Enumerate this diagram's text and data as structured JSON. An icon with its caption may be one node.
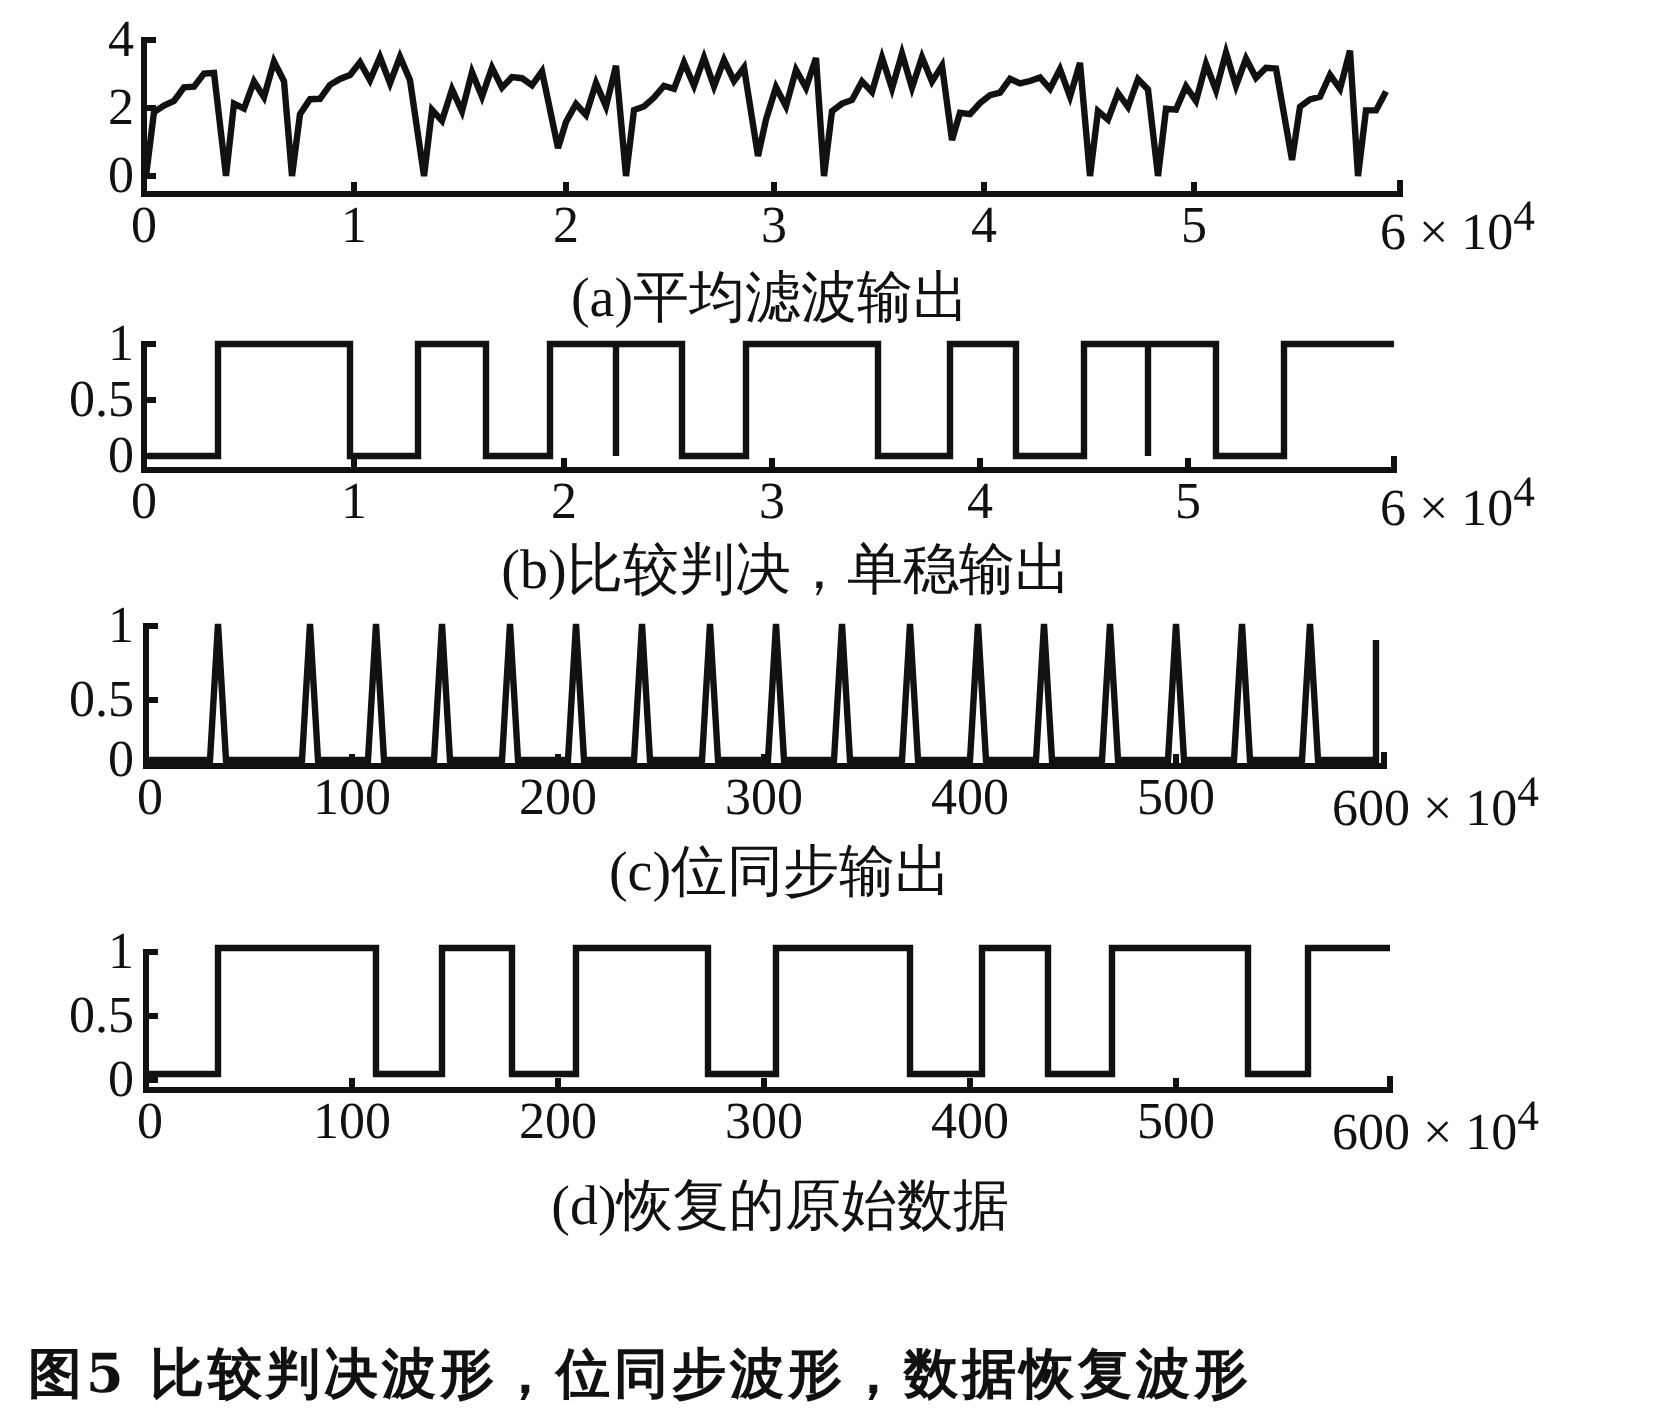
{
  "diagram": {
    "caption": "图5 比较判决波形，位同步波形，数据恢复波形",
    "labels": [
      "4",
      "2",
      "0",
      "0",
      "1",
      "2",
      "3",
      "4",
      "5",
      "6 × 10$^{4}$",
      "(a)平均滤波输出",
      "1",
      "0.5",
      "0",
      "0",
      "1",
      "2",
      "3",
      "4",
      "5",
      "6 × 10$^{4}$",
      "(b)比较判决，单稳输出",
      "1",
      "0.5",
      "0",
      "0",
      "100",
      "200",
      "300",
      "400",
      "500",
      "600 × 10$^{4}$",
      "(c)位同步输出",
      "1",
      "0.5",
      "0",
      "0",
      "100",
      "200",
      "300",
      "400",
      "500",
      "600 × 10$^{4}$",
      "(d)恢复的原始数据"
    ]
  }
}
